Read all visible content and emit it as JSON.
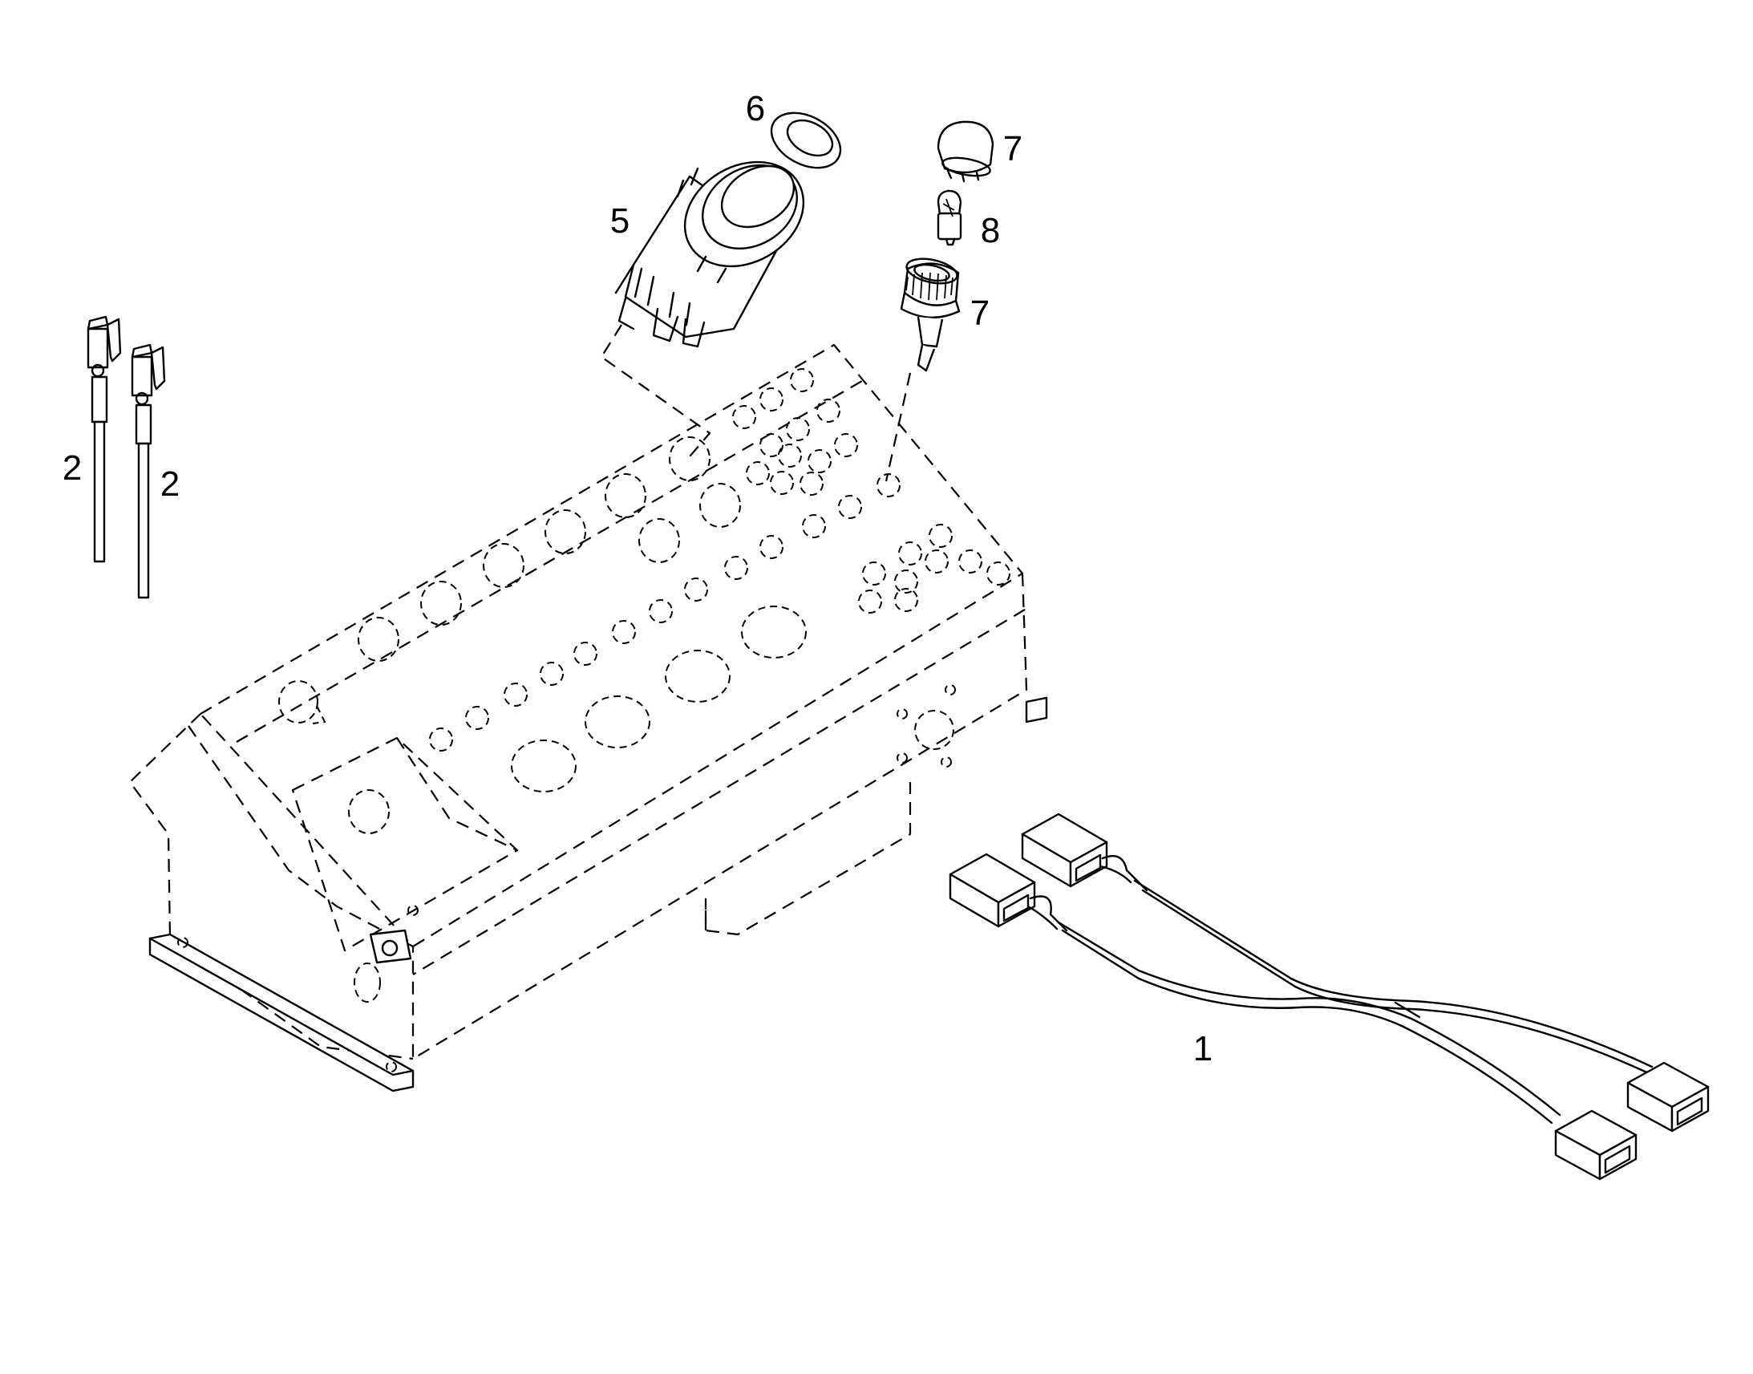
{
  "callouts": {
    "harness": "1",
    "wire_a": "2",
    "wire_b": "2",
    "push_button": "5",
    "washer": "6",
    "lens": "7",
    "bulb": "8",
    "lamp_holder": "7"
  }
}
